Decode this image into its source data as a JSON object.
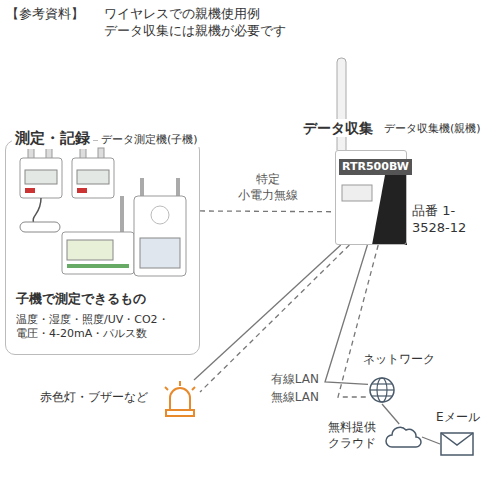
{
  "diagram": {
    "title": "ワイヤレスでの親機使用例 データ収集には親機が必要です",
    "nodes": [
      {
        "text": [
          "測定・記録",
          "データ測定機(子機)",
          "子機で測定できるもの",
          "温度・湿度・照度/UV・CO2・ 電圧・4-20mA・パルス数"
        ]
      },
      {
        "text": [
          "データ収集",
          "データ収集機(親機)",
          "RTR500BW",
          "品番 1-3528-12"
        ]
      },
      {
        "text": [
          "赤色灯・ブザーなど"
        ]
      },
      {
        "text": [
          "ネットワーク"
        ]
      },
      {
        "text": [
          "無料提供 クラウド"
        ]
      },
      {
        "text": [
          "Eメール"
        ]
      }
    ],
    "edges": [
      {
        "from": 0,
        "to": 1,
        "arrow": "none",
        "label": "特定 小電力無線"
      },
      {
        "from": 1,
        "to": 2,
        "arrow": "none"
      },
      {
        "from": 1,
        "to": 2,
        "arrow": "none"
      },
      {
        "from": 1,
        "to": 3,
        "arrow": "none",
        "label": "有線LAN"
      },
      {
        "from": 1,
        "to": 3,
        "arrow": "none",
        "label": "無線LAN"
      },
      {
        "from": 3,
        "to": 4,
        "arrow": "none"
      },
      {
        "from": 4,
        "to": 5,
        "arrow": "none"
      }
    ],
    "labels": [
      "【参考資料】"
    ]
  }
}
